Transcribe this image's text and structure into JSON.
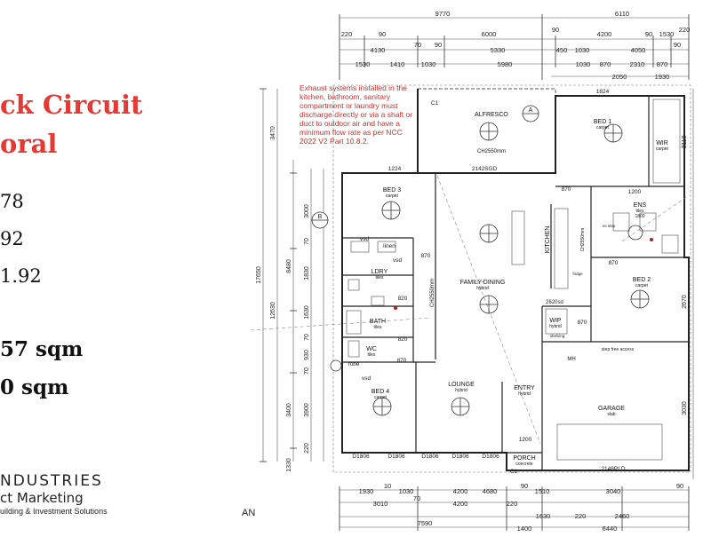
{
  "panel": {
    "headline_line1": "ck Circuit",
    "headline_line2": "oral",
    "stat1": "78",
    "stat2": "92",
    "stat3": "1.92",
    "area1": "57 sqm",
    "area2": "0 sqm",
    "logo_line1": "NDUSTRIES",
    "logo_line2": "ct Marketing",
    "logo_line3": "uilding & Investment Solutions"
  },
  "note": "Exhaust systems installed in the kitchen, bathroom, sanitary compartment or laundry must discharge directly or via a shaft or duct to outdoor air and have a minimum flow rate as per NCC 2022 V2 Part 10.8.2.",
  "corner_label": "AN",
  "plan": {
    "top_dims_row1": [
      "9770",
      "6110"
    ],
    "top_dims_row2": [
      "220",
      "90",
      "6000",
      "90",
      "4200",
      "90",
      "1530",
      "220"
    ],
    "top_dims_row3": [
      "4130",
      "70",
      "90",
      "5330",
      "450",
      "1030",
      "4050",
      "90"
    ],
    "top_dims_row4": [
      "1530",
      "1410",
      "1030",
      "5980",
      "1030",
      "870",
      "2310",
      "870"
    ],
    "top_dims_row5": [
      "2050",
      "1930"
    ],
    "bottom_dims_row1": [
      "1930",
      "10",
      "1030",
      "4200",
      "4680",
      "90",
      "1510",
      "3040",
      "90"
    ],
    "bottom_dims_row2": [
      "3010",
      "70",
      "4200",
      "220",
      "1630",
      "220",
      "2460"
    ],
    "bottom_dims_row3": [
      "7590",
      "1400",
      "6440"
    ],
    "left_dims_outer": [
      "17650"
    ],
    "left_dims": [
      "3470",
      "12630",
      "8480",
      "3400",
      "1330"
    ],
    "left_dims_inner": [
      "3000",
      "70",
      "1830",
      "1630",
      "70",
      "930",
      "70",
      "3900",
      "220"
    ],
    "right_dims": [
      "3110",
      "2670",
      "3030"
    ],
    "rooms": {
      "alfresco": "ALFRESCO",
      "ceiling_alfresco": "CH2550mm",
      "bed1": "BED 1",
      "wir": "WIR",
      "ens": "ENS",
      "bed2": "BED 2",
      "bed3": "BED 3",
      "lory": "LDRY",
      "bath": "BATH",
      "wc": "WC",
      "bed4": "BED 4",
      "family": "FAMILY-DINING",
      "kitchen": "KITCHEN",
      "lounge": "LOUNGE",
      "entry": "ENTRY",
      "wip": "WIP",
      "garage": "GARAGE",
      "porch": "PORCH",
      "mh": "MH",
      "ch_family": "CH2550mm",
      "ch_kitchen": "CH2550mm"
    },
    "floor": {
      "carpet": "carpet",
      "tiles": "tiles",
      "hybrid": "hybrid",
      "slab": "slab",
      "concrete": "concrete"
    },
    "labels": {
      "door_1224": "1224",
      "door_1824": "1824",
      "door_2142": "2142SGD",
      "d_870a": "870",
      "d_870b": "870",
      "d_870c": "870",
      "d_870d": "870",
      "d_870e": "870",
      "d_820a": "820",
      "d_820b": "820",
      "d_1200a": "1200",
      "d_1200b": "1200",
      "d_1800": "1800",
      "d_2148": "2148PLD",
      "d_1806": "D1806",
      "vsd": "vsd",
      "robe": "robe",
      "linen": "linen",
      "c1a": "C1",
      "c1b": "C1",
      "sec_a": "A",
      "sec_b": "B",
      "step": "step free access",
      "shelving": "shelving",
      "no_step": "no step",
      "fridge": "fridge",
      "ref": "2620sd"
    }
  }
}
